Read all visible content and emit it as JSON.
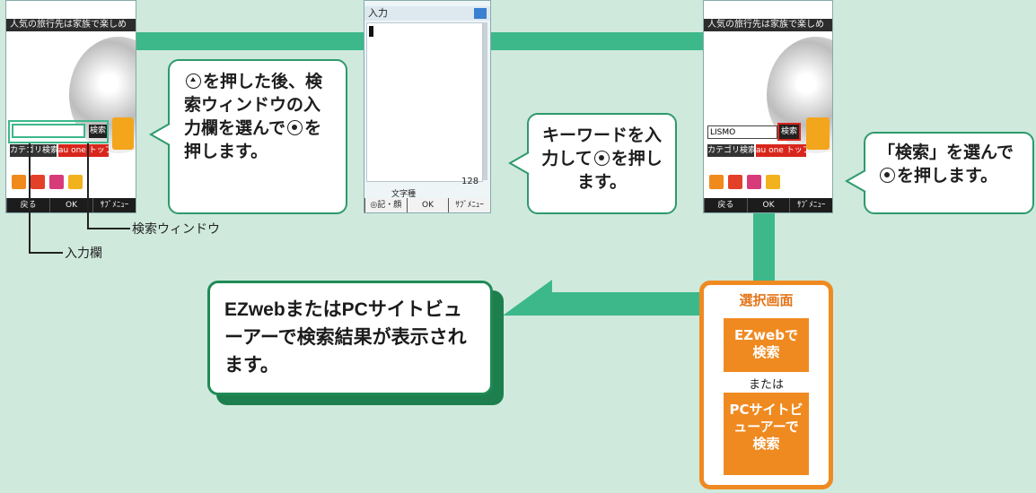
{
  "phone1": {
    "title_bar": "人気の旅行先は家族で楽しめ",
    "search_button": "検索",
    "category_button": "カテゴリ検索",
    "tab_label": "au one トップ",
    "softkeys": [
      "戻る",
      "OK",
      "ｻﾌﾞﾒﾆｭｰ"
    ]
  },
  "phone2": {
    "title": "入力",
    "char_count": "128",
    "mode_label": "文字種",
    "softkeys": [
      "◎記・顔",
      "OK",
      "ｻﾌﾞﾒﾆｭｰ"
    ]
  },
  "phone3": {
    "title_bar": "人気の旅行先は家族で楽しめ",
    "input_value": "LISMO",
    "search_button": "検索",
    "category_button": "カテゴリ検索",
    "tab_label": "au one トップ",
    "softkeys": [
      "戻る",
      "OK",
      "ｻﾌﾞﾒﾆｭｰ"
    ]
  },
  "callouts": {
    "c1_tail": "を押した後、検索ウィンドウの入力欄を選んで",
    "c1_after": "を押します。",
    "c2_lead": "キーワードを入力して",
    "c2_after": "を押します。",
    "c3_lead": "「検索」を選んで",
    "c3_after": "を押します。",
    "result": "EZwebまたはPCサイトビューアーで検索結果が表示されます。"
  },
  "labels": {
    "search_window": "検索ウィンドウ",
    "input_field": "入力欄"
  },
  "selection": {
    "title": "選択画面",
    "option1": "EZwebで検索",
    "or": "または",
    "option2": "PCサイトビューアーで検索"
  },
  "colors": {
    "background": "#cfe9dd",
    "band": "#3cb88b",
    "border_green": "#2e9a6c",
    "orange": "#ef8a21"
  }
}
